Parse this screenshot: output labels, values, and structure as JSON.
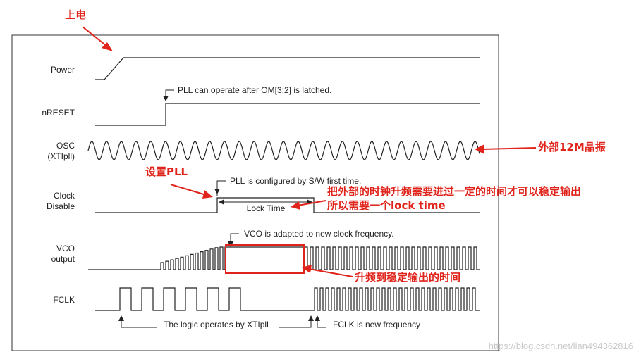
{
  "signals": [
    {
      "id": "power",
      "label": "Power"
    },
    {
      "id": "nreset",
      "label": "nRESET"
    },
    {
      "id": "osc",
      "label_line1": "OSC",
      "label_line2": "(XTIpll)"
    },
    {
      "id": "clock_disable",
      "label_line1": "Clock",
      "label_line2": "Disable"
    },
    {
      "id": "vco",
      "label_line1": "VCO",
      "label_line2": "output"
    },
    {
      "id": "fclk",
      "label": "FCLK"
    }
  ],
  "notes": {
    "pll_latched": "PLL can operate after OM[3:2] is latched.",
    "pll_configured": "PLL is configured by S/W first time.",
    "lock_time": "Lock Time",
    "vco_adapted": "VCO is adapted to new clock frequency.",
    "logic_xtipll": "The logic operates by XTIpll",
    "fclk_new": "FCLK is new frequency"
  },
  "annotations": {
    "power_on": "上电",
    "crystal": "外部12M晶振",
    "set_pll": "设置PLL",
    "lock_explain_line1": "把外部的时钟升频需要进过一定的时间才可以稳定输出",
    "lock_explain_line2": "所以需要一个lock time",
    "ramp_time": "升频到稳定输出的时间"
  },
  "watermark": "https://blog.csdn.net/lian494362816",
  "colors": {
    "annotation": "#e0241b",
    "waveform": "#222222",
    "frame": "#333333"
  }
}
